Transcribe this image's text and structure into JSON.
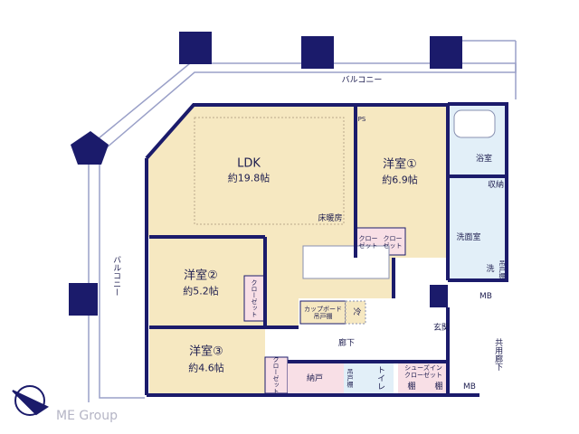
{
  "floorplan": {
    "balcony_top": "バルコニー",
    "balcony_left": "バルコニー",
    "ldk": {
      "name": "LDK",
      "size": "約19.8帖"
    },
    "floor_heating": "床暖房",
    "ps": "PS",
    "room1": {
      "name": "洋室①",
      "size": "約6.9帖"
    },
    "room2": {
      "name": "洋室②",
      "size": "約5.2帖"
    },
    "room3": {
      "name": "洋室③",
      "size": "約4.6帖"
    },
    "closet": "クローゼット",
    "closet_a": "クロー",
    "closet_b": "ゼット",
    "bath": "浴室",
    "storage": "収納",
    "washroom": "洗面室",
    "washer": "洗",
    "hanging_shelf": "吊戸棚",
    "mb1": "MB",
    "mb2": "MB",
    "cupboard": "カップボード",
    "cupboard_sub": "吊戸棚",
    "fridge": "冷",
    "hallway": "廊下",
    "entrance": "玄関",
    "common_hallway": "共用廊下",
    "storeroom": "納戸",
    "toilet": "トイレ",
    "shoes_in": "シューズイン",
    "shoes_in_sub": "クローゼット",
    "shelf": "棚"
  },
  "brand": {
    "name": "ME Group"
  },
  "colors": {
    "wall": "#1b1b6b",
    "room": "#f6e8c1",
    "closet": "#f8dfe6",
    "wet": "#e2eff8"
  }
}
